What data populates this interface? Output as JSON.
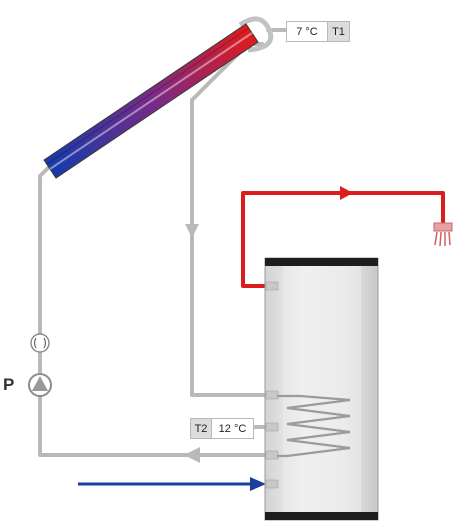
{
  "sensor_t1": {
    "label": "T1",
    "value": "7 °C"
  },
  "sensor_t2": {
    "label": "T2",
    "value": "12 °C"
  },
  "pump": {
    "label": "P"
  },
  "colors": {
    "pipe_gray": "#b9b9b9",
    "hot_red": "#dd1c1c",
    "cold_blue": "#1a3f9c",
    "collector_red": "#e01b1b",
    "collector_blue": "#1a3aa8",
    "tank_body": "#e6e6e6",
    "tank_cap": "#1e1e1e",
    "shower": "#e8a0a0"
  },
  "icons": [
    "flow-meter-icon",
    "pump-icon",
    "shower-head-icon",
    "solar-collector-icon",
    "storage-tank-icon"
  ]
}
